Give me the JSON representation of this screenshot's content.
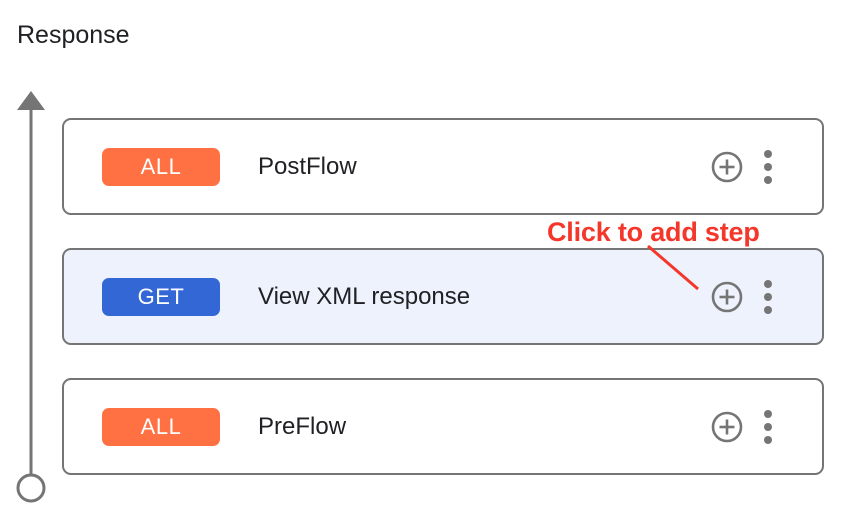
{
  "page": {
    "title": "Response"
  },
  "axis": {
    "arrow_icon": "arrow-up-icon",
    "endpoint_icon": "circle-endpoint-icon",
    "color": "#757575"
  },
  "colors": {
    "badge_all": "#ff7043",
    "badge_get": "#3367d6",
    "row_border": "#757575",
    "row_selected_background": "#edf2fd",
    "annotation_red": "#f4372a",
    "icon_gray": "#757575"
  },
  "rows": [
    {
      "verb": "ALL",
      "verb_style": "all",
      "label": "PostFlow",
      "selected": false,
      "add_icon": "plus-circle-icon",
      "menu_icon": "kebab-menu-icon"
    },
    {
      "verb": "GET",
      "verb_style": "get",
      "label": "View XML response",
      "selected": true,
      "add_icon": "plus-circle-icon",
      "menu_icon": "kebab-menu-icon"
    },
    {
      "verb": "ALL",
      "verb_style": "all",
      "label": "PreFlow",
      "selected": false,
      "add_icon": "plus-circle-icon",
      "menu_icon": "kebab-menu-icon"
    }
  ],
  "annotation": {
    "text": "Click to add step",
    "target_row_index": 1
  }
}
